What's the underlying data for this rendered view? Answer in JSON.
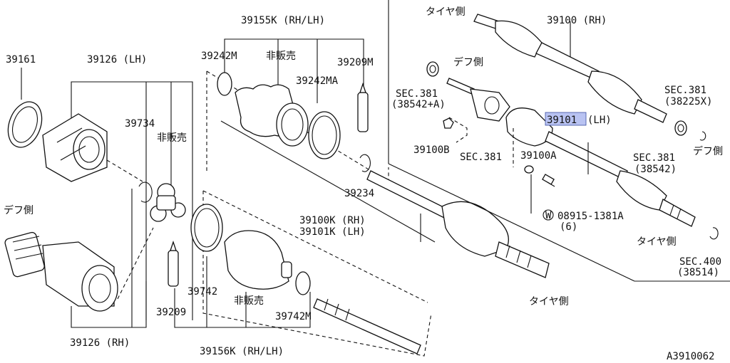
{
  "diagram": {
    "highlight_color": "#b9c3f2",
    "labels": {
      "p39161": "39161",
      "p39126_lh": "39126 (LH)",
      "p39734": "39734",
      "hihanbai_1": "非販売",
      "defu_left": "デフ側",
      "p39126_rh": "39126 (RH)",
      "p39155k": "39155K (RH/LH)",
      "p39242m": "39242M",
      "hihanbai_2": "非販売",
      "p39242ma": "39242MA",
      "p39209m": "39209M",
      "p39234": "39234",
      "p39100k": "39100K (RH)",
      "p39101k": "39101K (LH)",
      "p39742": "39742",
      "hihanbai_3": "非販売",
      "p39742m": "39742M",
      "p39209": "39209",
      "p39156k": "39156K (RH/LH)",
      "taiya_top": "タイヤ側",
      "p39100_rh": "39100 (RH)",
      "defu_mid": "デフ側",
      "sec381_a_1": "SEC.381",
      "sec381_a_2": "(38542+A)",
      "p39100b": "39100B",
      "sec381_b": "SEC.381",
      "p39101_num": "39101",
      "p39101_suffix": "(LH)",
      "p39100a": "39100A",
      "sec381_x_1": "SEC.381",
      "sec381_x_2": "(38225X)",
      "defu_right": "デフ側",
      "sec381_c_1": "SEC.381",
      "sec381_c_2": "(38542)",
      "bolt_w": "W",
      "bolt_num": "08915-1381A",
      "bolt_qty": "(6)",
      "taiya_mid": "タイヤ側",
      "sec400_1": "SEC.400",
      "sec400_2": "(38514)",
      "taiya_bottom": "タイヤ側",
      "diagram_code": "A3910062"
    }
  }
}
